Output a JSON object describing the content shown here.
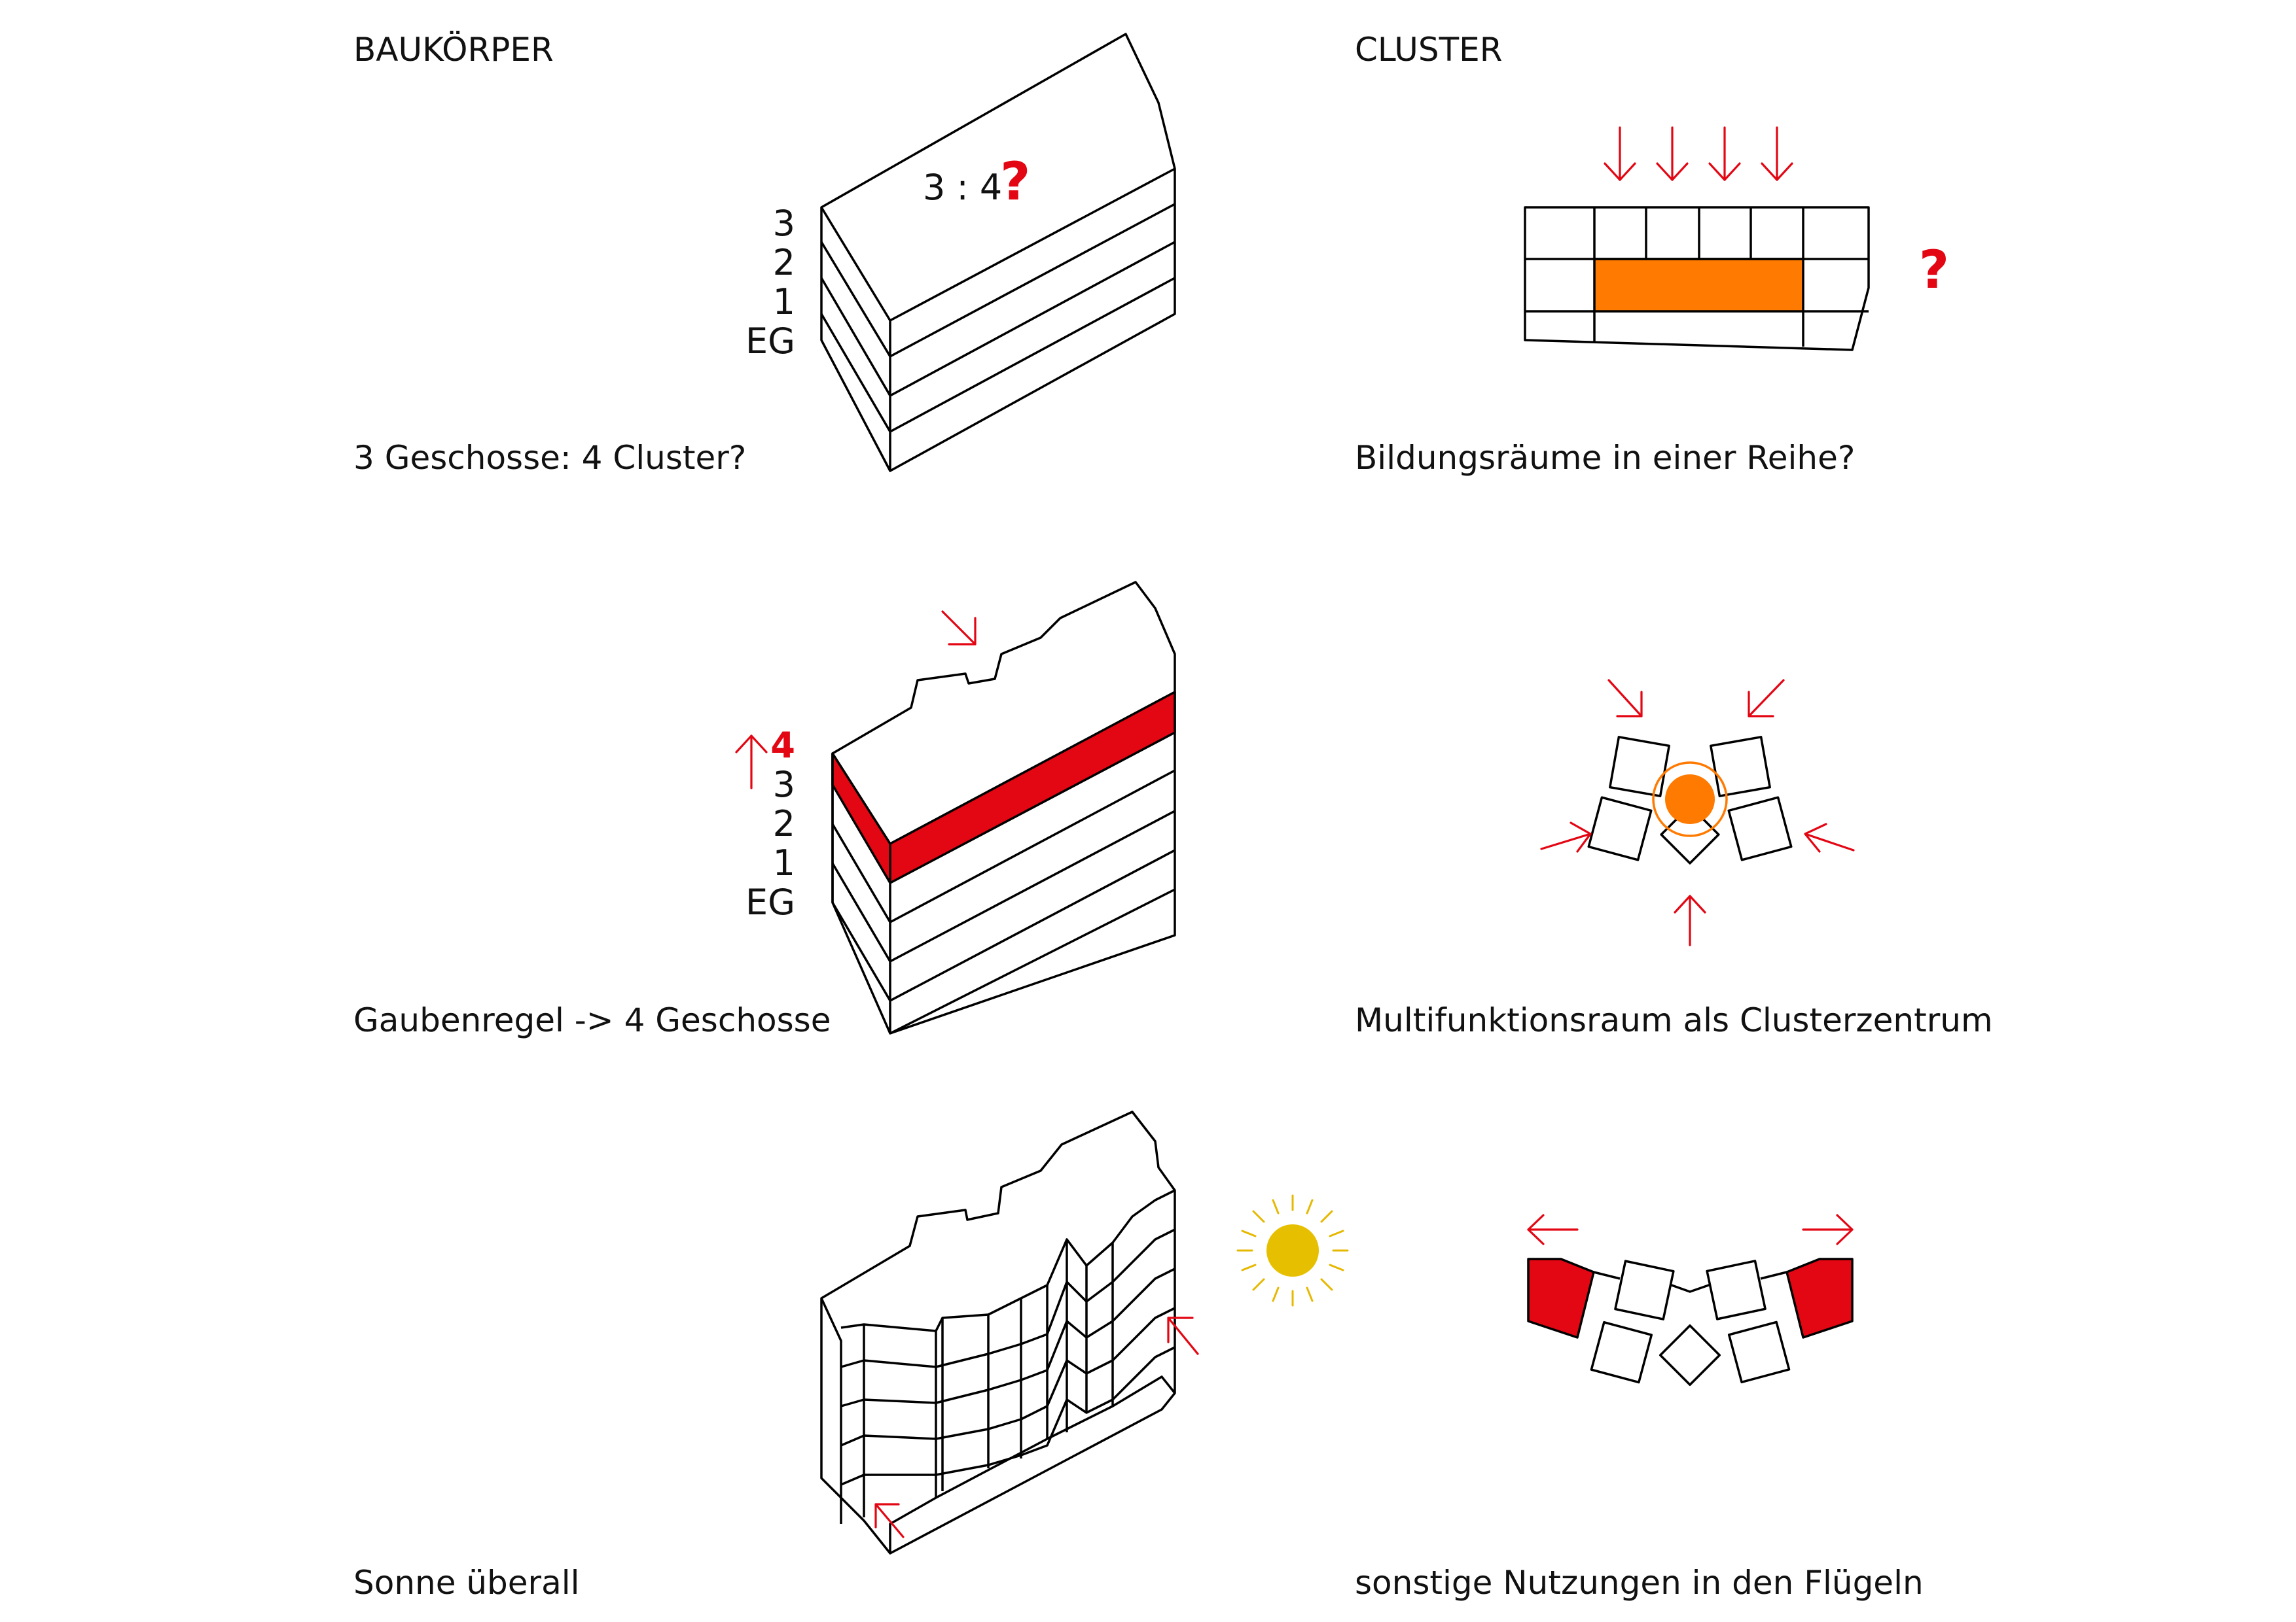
{
  "headers": {
    "left": "BAUKÖRPER",
    "right": "CLUSTER"
  },
  "captions": {
    "row1_left": "3 Geschosse: 4 Cluster?",
    "row1_right": "Bildungsräume in einer Reihe?",
    "row2_left": "Gaubenregel -> 4 Geschosse",
    "row2_right": "Multifunktionsraum als Clusterzentrum",
    "row3_left": "Sonne überall",
    "row3_right": "sonstige Nutzungen in den Flügeln"
  },
  "diagram1": {
    "ratio": "3 : 4",
    "question": "?",
    "floors": [
      "3",
      "2",
      "1",
      "EG"
    ]
  },
  "diagram2": {
    "floors": [
      "4",
      "3",
      "2",
      "1",
      "EG"
    ]
  },
  "cluster1": {
    "question": "?"
  },
  "colors": {
    "red": "#e30613",
    "orange": "#ff7a00",
    "sun": "#e6c000"
  }
}
